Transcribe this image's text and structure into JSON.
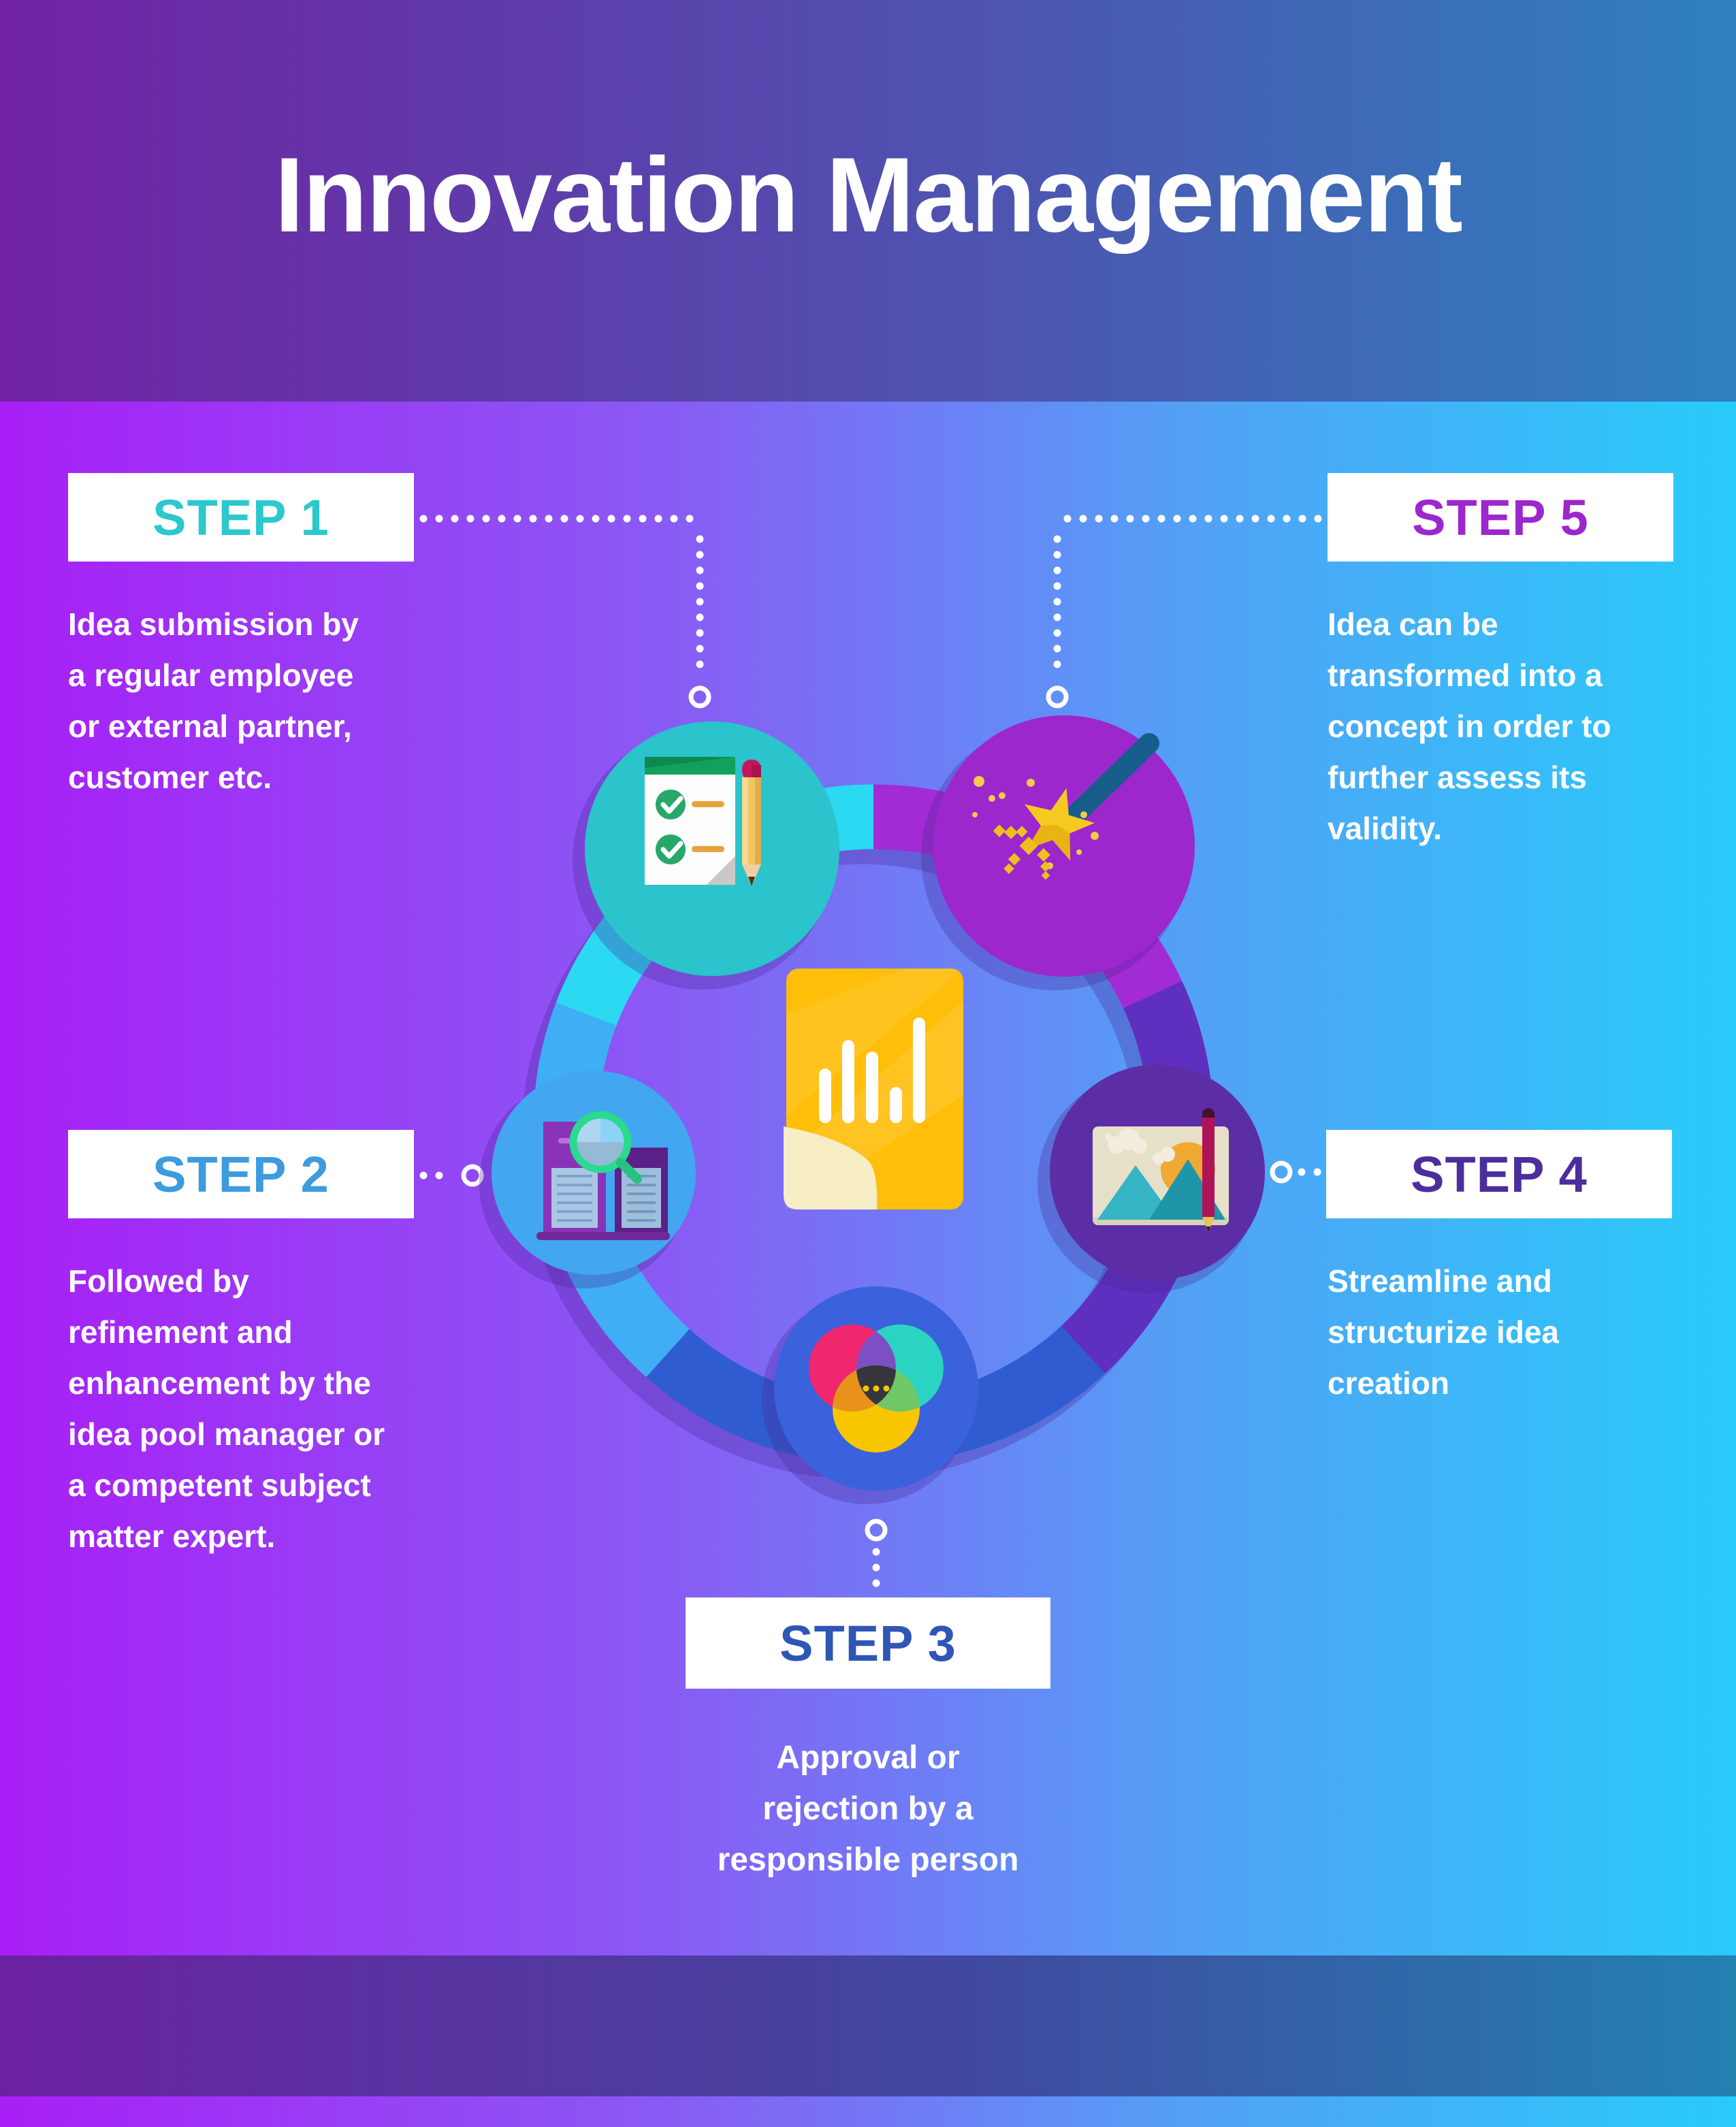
{
  "title": "Innovation Management",
  "steps": [
    {
      "label": "STEP 1",
      "accent": "#2BC8CE",
      "description": "Idea submission by\na regular employee\nor external partner,\ncustomer etc."
    },
    {
      "label": "STEP 2",
      "accent": "#3D9BE0",
      "description": "Followed by\nrefinement and\nenhancement by the\nidea pool manager or\na competent subject\nmatter expert."
    },
    {
      "label": "STEP 3",
      "accent": "#2F56B5",
      "description": "Approval or\nrejection by a\nresponsible person"
    },
    {
      "label": "STEP 4",
      "accent": "#4B2E9B",
      "description": "Streamline and\nstructurize idea\ncreation"
    },
    {
      "label": "STEP 5",
      "accent": "#9C27CD",
      "description": "Idea can be\ntransformed into a\nconcept in order to\nfurther assess its\nvalidity."
    }
  ],
  "diagram": {
    "center_icon": "bar-chart-document-icon",
    "node_icons": [
      "checklist-icon",
      "magic-wand-icon",
      "buildings-search-icon",
      "picture-editor-icon",
      "color-overlap-icon"
    ],
    "node_colors": {
      "step1": "#2BC3CC",
      "step2": "#42A6F0",
      "step3": "#3A62DC",
      "step4": "#5C2EA6",
      "step5": "#9C27CC"
    },
    "ring_colors": [
      "#2BD9F2",
      "#3FAEF5",
      "#2F5CD0",
      "#5F2FC0",
      "#A22BD5"
    ],
    "document_color": "#FFBE0A"
  },
  "theme": {
    "header_gradient": [
      "#7122A3",
      "#2E80BE"
    ],
    "body_gradient": [
      "#A81FF7",
      "#28CBF9"
    ],
    "footer_gradient": [
      "#6B21A0",
      "#2381B0"
    ],
    "box_background": "#FFFFFF",
    "text_color": "#FFFFFF"
  }
}
